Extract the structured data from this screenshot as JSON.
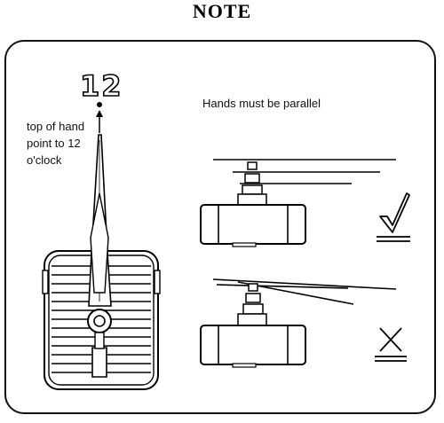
{
  "title": "NOTE",
  "hour_marker": "12",
  "hand_hint": "top of hand point to 12 o'clock",
  "parallel_note": "Hands must be parallel",
  "status_icons": {
    "correct": "check-mark-icon",
    "incorrect": "cross-mark-icon"
  }
}
